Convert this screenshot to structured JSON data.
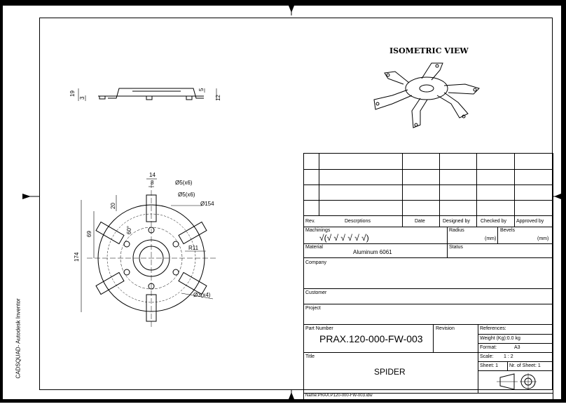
{
  "software_credit": "CADSQUAD- Autodesk Inventor",
  "iso_title": "ISOMETRIC VIEW",
  "dims": {
    "side_h1": "19",
    "side_h2": "3",
    "side_h3": "5",
    "side_h4": "12",
    "top_w1": "14",
    "top_w2": "8",
    "hole1": "Ø5(x6)",
    "hole2": "Ø5(x6)",
    "dia": "Ø154",
    "d20": "20",
    "d69": "69",
    "d174": "174",
    "angle": "60°",
    "radius": "R11",
    "hole3": "Ø3(x4)"
  },
  "title_block": {
    "headers": [
      "Rev.",
      "Descrptions",
      "Date",
      "Designed by",
      "Checked by",
      "Approved by"
    ],
    "machinings_label": "Machinings",
    "machinings_symbols": "√(√ √ √ √ √ √)",
    "radius_label": "Radius",
    "bevels_label": "Bevels",
    "mm1": "(mm)",
    "mm2": "(mm)",
    "material_label": "Material",
    "material_value": "Aluminum 6061",
    "status_label": "Status",
    "company_label": "Company",
    "customer_label": "Customer",
    "project_label": "Project",
    "part_number_label": "Part Number",
    "part_number": "PRAX.120-000-FW-003",
    "revision_label": "Revision",
    "references_label": "References:",
    "weight": "Weight (Kg):0.0 kg",
    "format_label": "Format:",
    "format_value": "A3",
    "scale_label": "Scale:",
    "scale_value": "1 : 2",
    "title_label": "Title",
    "title_value": "SPIDER",
    "sheet": "Sheet: 1",
    "nr_sheets": "Nr. of Sheet: 1",
    "name": "Name:PRAX.P120-000-FW-003.idw"
  }
}
